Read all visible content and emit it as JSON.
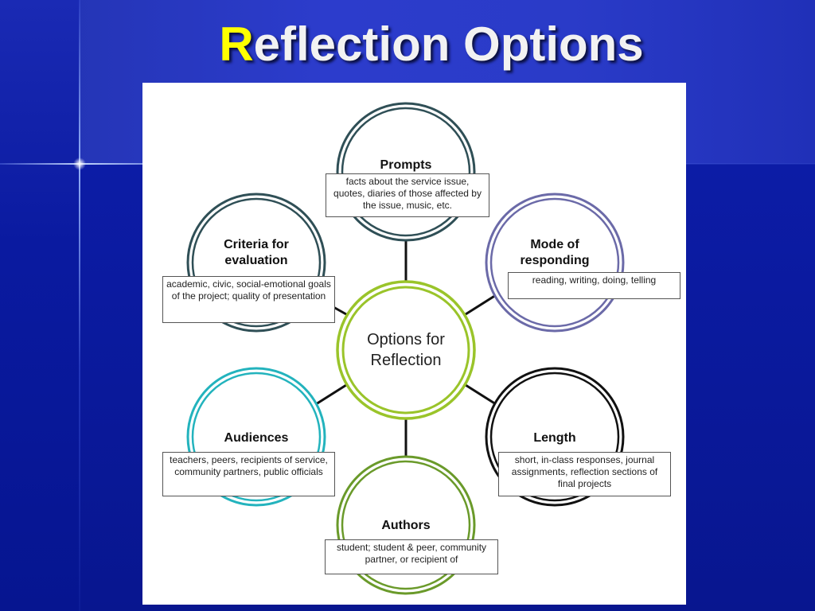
{
  "title": {
    "initial": "R",
    "rest": "eflection Options"
  },
  "center": {
    "line1": "Options for",
    "line2": "Reflection",
    "color": "#9ac42a"
  },
  "options": [
    {
      "id": "prompts",
      "label": "Prompts",
      "color": "#2f4f56",
      "description": "facts about the service issue, quotes, diaries of those affected by the issue, music, etc."
    },
    {
      "id": "mode",
      "label_line1": "Mode of",
      "label_line2": "responding",
      "color": "#6b6aa8",
      "description": "reading, writing, doing, telling"
    },
    {
      "id": "length",
      "label": "Length",
      "color": "#111111",
      "description": "short, in-class responses, journal assignments, reflection sections of final projects"
    },
    {
      "id": "authors",
      "label": "Authors",
      "color": "#6a9a2a",
      "description": "student; student & peer, community partner, or recipient of"
    },
    {
      "id": "audiences",
      "label": "Audiences",
      "color": "#23b3bd",
      "description": "teachers, peers, recipients of service, community partners, public officials"
    },
    {
      "id": "criteria",
      "label_line1": "Criteria for",
      "label_line2": "evaluation",
      "color": "#2f4f56",
      "description": "academic, civic, social-emotional goals of the project; quality of presentation"
    }
  ]
}
